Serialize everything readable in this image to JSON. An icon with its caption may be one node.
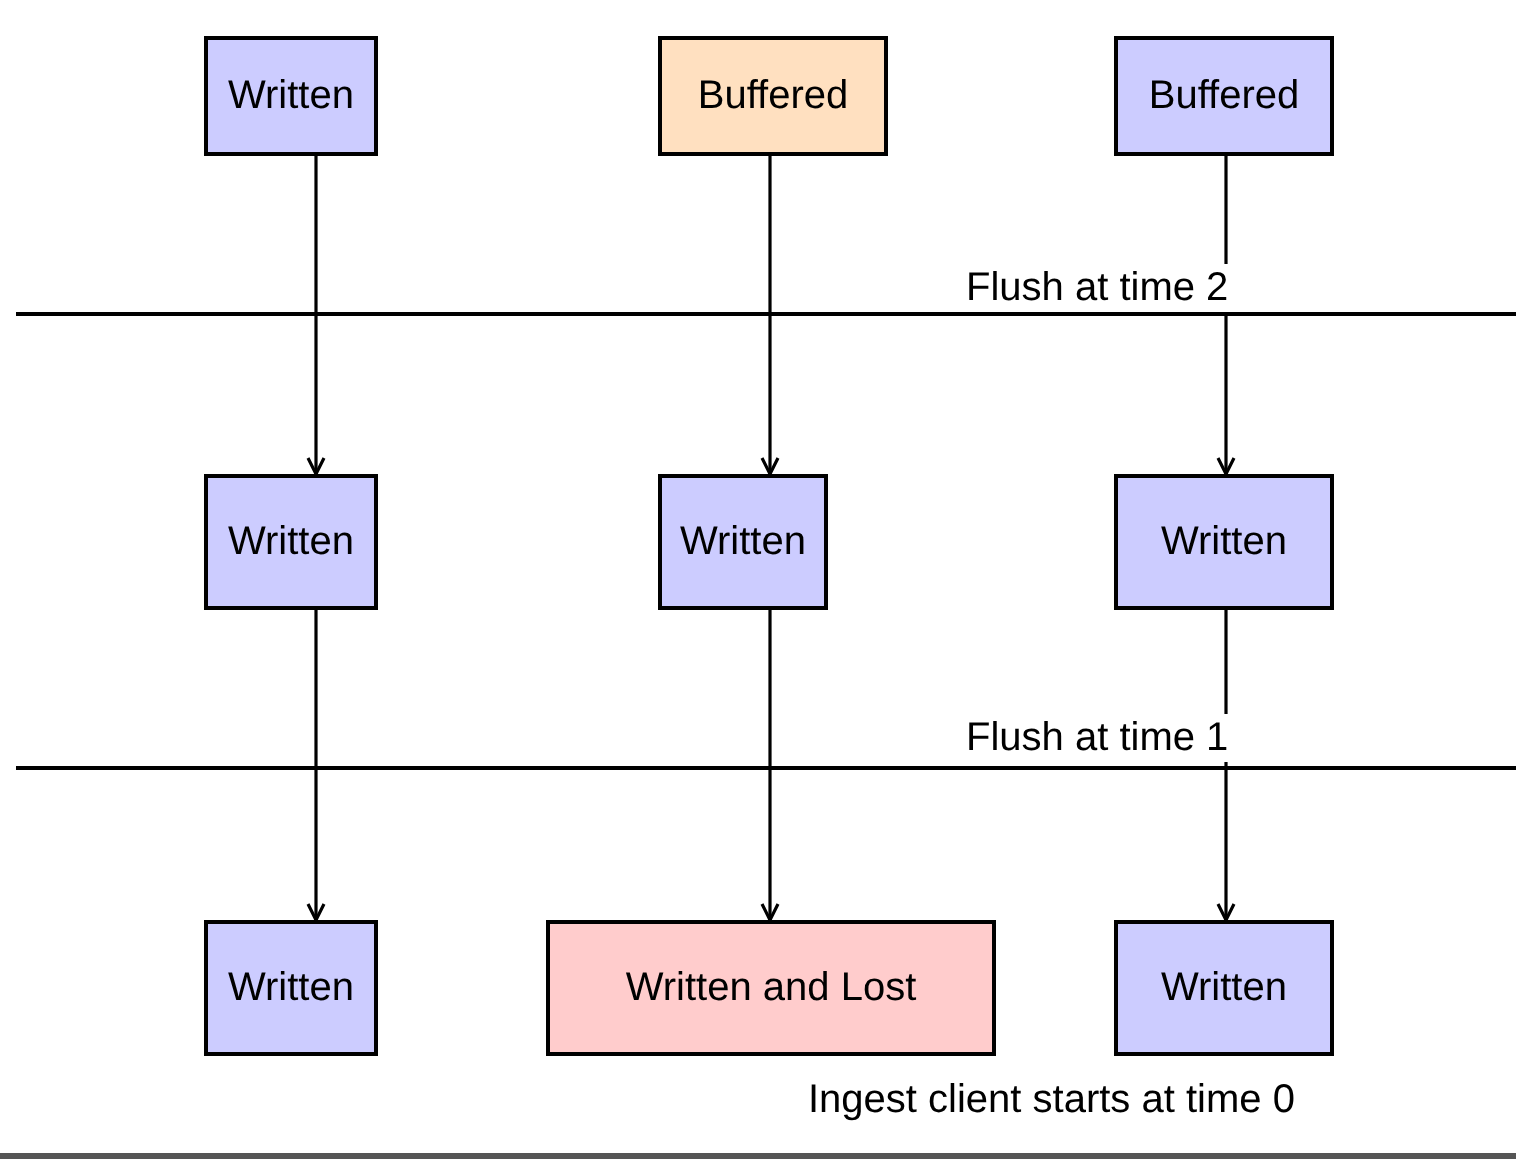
{
  "diagram": {
    "nodes": [
      {
        "text": [
          "Written"
        ]
      },
      {
        "text": [
          "Buffered"
        ]
      },
      {
        "text": [
          "Buffered"
        ]
      },
      {
        "text": [
          "Written"
        ]
      },
      {
        "text": [
          "Written"
        ]
      },
      {
        "text": [
          "Written"
        ]
      },
      {
        "text": [
          "Written"
        ]
      },
      {
        "text": [
          "Written and Lost"
        ]
      },
      {
        "text": [
          "Written"
        ]
      }
    ],
    "edges": [
      {
        "from": 0,
        "to": 3,
        "arrow": "to"
      },
      {
        "from": 1,
        "to": 4,
        "arrow": "to"
      },
      {
        "from": 2,
        "to": 5,
        "arrow": "to"
      },
      {
        "from": 3,
        "to": 6,
        "arrow": "to"
      },
      {
        "from": 4,
        "to": 7,
        "arrow": "to"
      },
      {
        "from": 5,
        "to": 8,
        "arrow": "to"
      }
    ],
    "labels": [
      "Flush at time 2",
      "Flush at time 1",
      "Ingest client starts at time 0"
    ]
  }
}
